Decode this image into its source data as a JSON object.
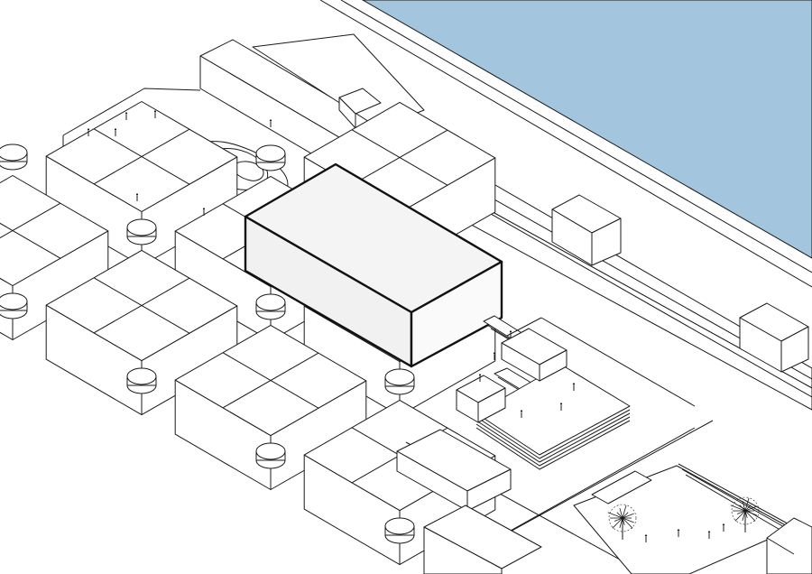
{
  "palette": {
    "water": "#a3c5de",
    "hero_top": "#f4f4f4",
    "hero_left": "#f1f1f1",
    "hero_right": "#fafafa",
    "ink": "#1a1a1a",
    "ground": "#ffffff"
  },
  "layers": [
    "water-body",
    "quay-edge",
    "waterfront-buildings",
    "curved-pavilion",
    "grid-blocks",
    "rotunda-nodes",
    "highlighted-volume",
    "stepped-terraces",
    "tree-square",
    "people-figures"
  ]
}
